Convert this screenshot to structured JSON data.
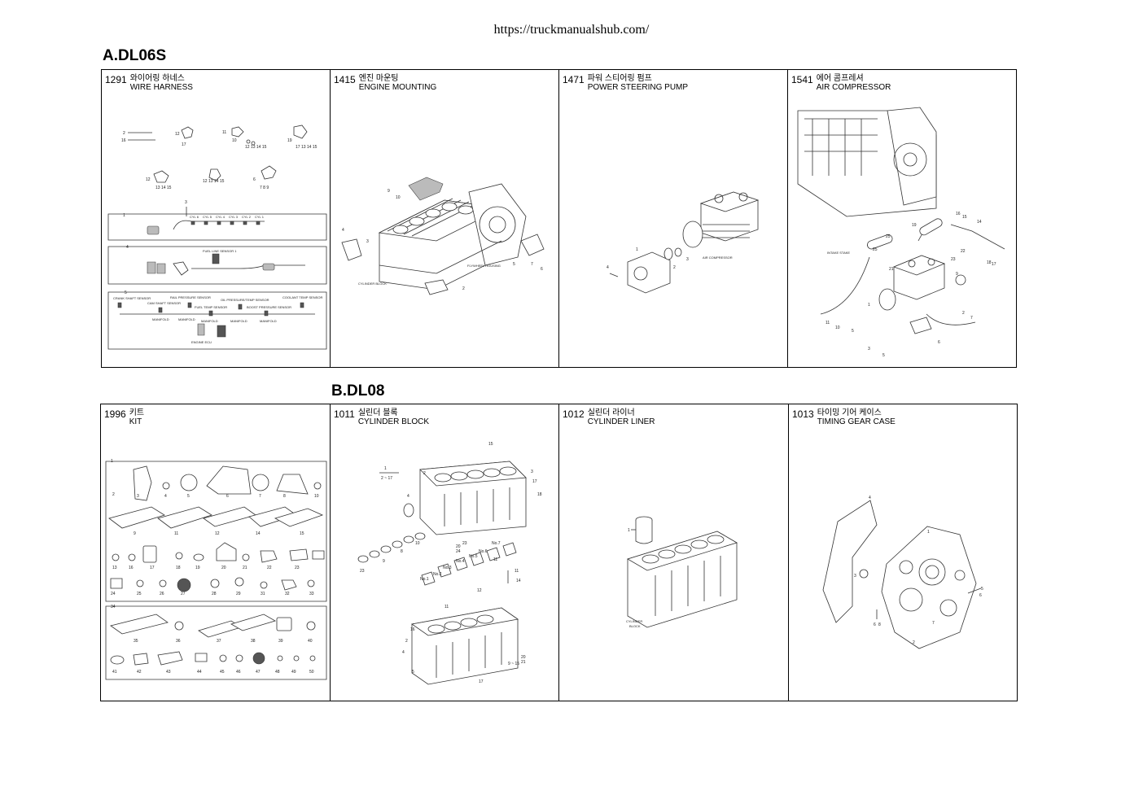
{
  "header": {
    "url": "https://truckmanualshub.com/"
  },
  "sections": [
    {
      "title": "A.DL06S",
      "panels": [
        {
          "code": "1291",
          "kor": "와이어링 하네스",
          "eng": "WIRE HARNESS",
          "labels": [
            "CYL 6",
            "CYL 5",
            "CYL 4",
            "CYL 3",
            "CYL 2",
            "CYL 1",
            "CRANK SHAFT SENSOR",
            "CAM SHAFT SENSOR",
            "RAIL PRESSURE SENSOR",
            "FUEL TEMP SENSOR",
            "OIL PRESSURE/TEMP SENSOR",
            "BOOST PRESSURE SENSOR",
            "COOLANT TEMP SENSOR",
            "MANIFOLD",
            "ENGINE ECU"
          ]
        },
        {
          "code": "1415",
          "kor": "엔진 마운팅",
          "eng": "ENGINE MOUNTING",
          "labels": [
            "FLYWHEEL HOUSING",
            "CYLINDER BLOCK"
          ]
        },
        {
          "code": "1471",
          "kor": "파워 스티어링 펌프",
          "eng": "POWER STEERING PUMP",
          "labels": [
            "AIR COMPRESSOR"
          ]
        },
        {
          "code": "1541",
          "kor": "에어 콤프레셔",
          "eng": "AIR COMPRESSOR",
          "labels": [
            "INTAKE STAKE"
          ]
        }
      ]
    },
    {
      "title": "B.DL08",
      "panels": [
        {
          "code": "1996",
          "kor": "키트",
          "eng": "KIT",
          "labels": []
        },
        {
          "code": "1011",
          "kor": "실린더 블록",
          "eng": "CYLINDER BLOCK",
          "labels": [
            "No.1",
            "No.2",
            "No.3",
            "No.4",
            "No.5",
            "No.6",
            "No.7"
          ]
        },
        {
          "code": "1012",
          "kor": "실린더 라이너",
          "eng": "CYLINDER LINER",
          "labels": [
            "CYLINDER",
            "BLOCK"
          ]
        },
        {
          "code": "1013",
          "kor": "타이밍 기어 케이스",
          "eng": "TIMING GEAR CASE",
          "labels": []
        }
      ]
    }
  ]
}
